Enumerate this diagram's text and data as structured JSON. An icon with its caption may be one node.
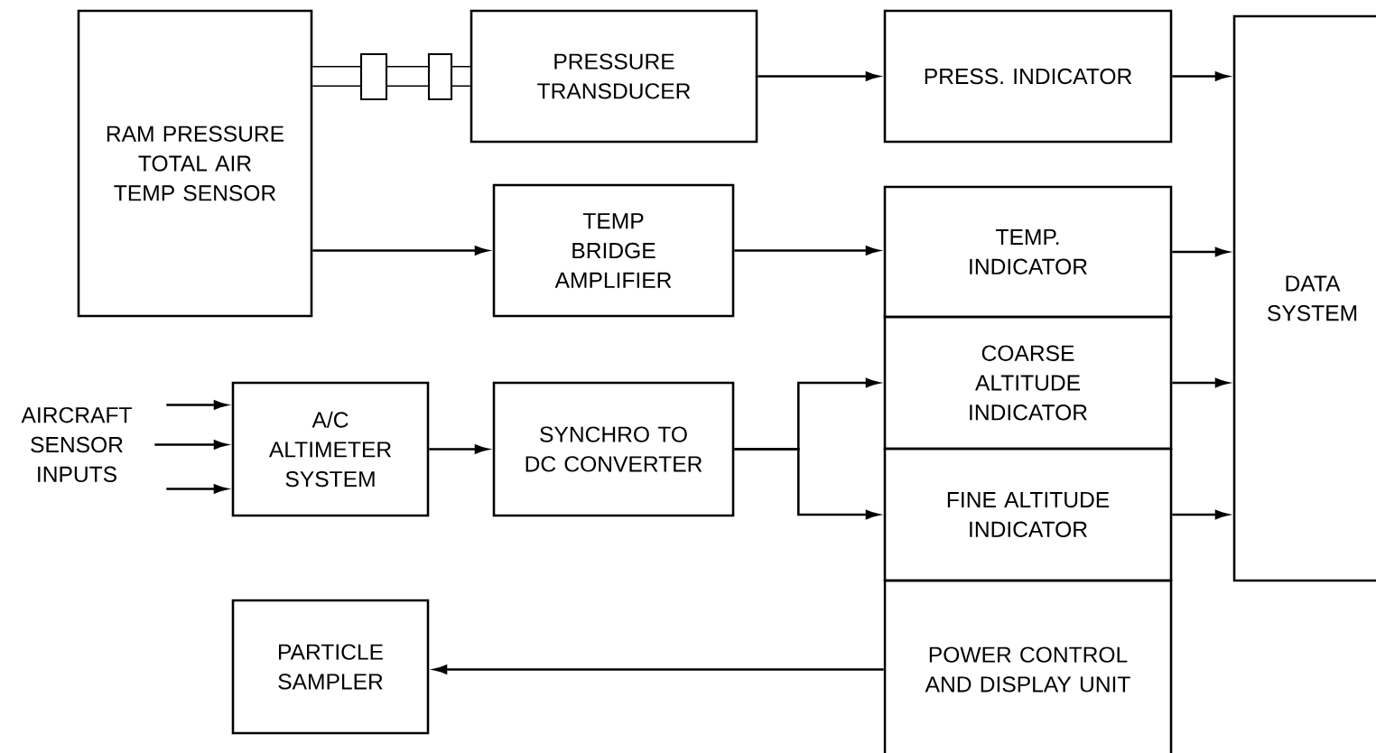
{
  "diagram": {
    "nodes": [
      {
        "text": [
          "RAM PRESSURE TOTAL AIR TEMP SENSOR"
        ]
      },
      {
        "text": [
          "PRESSURE TRANSDUCER"
        ]
      },
      {
        "text": [
          "PRESS. INDICATOR"
        ]
      },
      {
        "text": [
          "DATA SYSTEM"
        ]
      },
      {
        "text": [
          "TEMP BRIDGE AMPLIFIER"
        ]
      },
      {
        "text": [
          "TEMP. INDICATOR"
        ]
      },
      {
        "text": [
          "COARSE ALTITUDE INDICATOR"
        ]
      },
      {
        "text": [
          "FINE ALTITUDE INDICATOR"
        ]
      },
      {
        "text": [
          "POWER CONTROL AND DISPLAY UNIT"
        ]
      },
      {
        "text": [
          "AIRCRAFT SENSOR INPUTS"
        ]
      },
      {
        "text": [
          "A/C ALTIMETER SYSTEM"
        ]
      },
      {
        "text": [
          "SYNCHRO TO DC CONVERTER"
        ]
      },
      {
        "text": [
          "PARTICLE SAMPLER"
        ]
      }
    ],
    "edges": [
      {
        "from": 0,
        "to": 1,
        "arrow": "none",
        "style": "thick"
      },
      {
        "from": 1,
        "to": 2,
        "arrow": "to"
      },
      {
        "from": 2,
        "to": 3,
        "arrow": "to"
      },
      {
        "from": 0,
        "to": 4,
        "arrow": "to"
      },
      {
        "from": 4,
        "to": 5,
        "arrow": "to"
      },
      {
        "from": 5,
        "to": 3,
        "arrow": "to"
      },
      {
        "from": 6,
        "to": 3,
        "arrow": "to"
      },
      {
        "from": 7,
        "to": 3,
        "arrow": "to"
      },
      {
        "from": 9,
        "to": 10,
        "arrow": "to"
      },
      {
        "from": 9,
        "to": 10,
        "arrow": "to"
      },
      {
        "from": 9,
        "to": 10,
        "arrow": "to"
      },
      {
        "from": 10,
        "to": 11,
        "arrow": "to"
      },
      {
        "from": 11,
        "to": 6,
        "arrow": "to"
      },
      {
        "from": 11,
        "to": 7,
        "arrow": "to"
      },
      {
        "from": 8,
        "to": 12,
        "arrow": "to"
      }
    ]
  }
}
